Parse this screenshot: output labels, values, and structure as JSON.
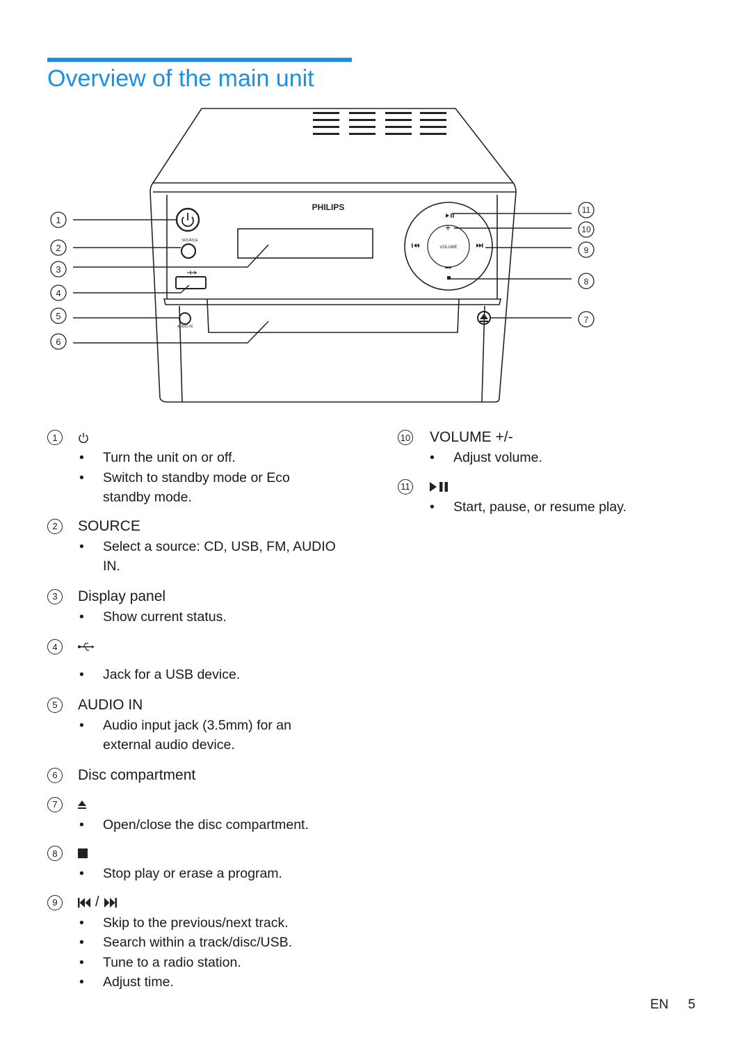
{
  "page": {
    "title": "Overview of the main unit",
    "footer_lang": "EN",
    "footer_page": "5"
  },
  "colors": {
    "accent": "#1a8fe3",
    "text": "#1a1a1a"
  },
  "diagram": {
    "brand": "PHILIPS",
    "source_label": "SOURCE",
    "audio_in_label": "AUDIO IN",
    "volume_label": "VOLUME",
    "callouts_left": [
      "1",
      "2",
      "3",
      "4",
      "5",
      "6"
    ],
    "callouts_right": [
      "11",
      "10",
      "9",
      "8",
      "7"
    ]
  },
  "items": [
    {
      "num": "1",
      "icon": "power-icon",
      "bullets": [
        "Turn the unit on or off.",
        "Switch to standby mode or Eco standby mode."
      ]
    },
    {
      "num": "2",
      "title": "SOURCE",
      "bullets": [
        "Select a source: CD, USB, FM, AUDIO IN."
      ]
    },
    {
      "num": "3",
      "title": "Display panel",
      "bullets": [
        "Show current status."
      ]
    },
    {
      "num": "4",
      "icon": "usb-icon",
      "bullets": [
        "Jack for a USB device."
      ]
    },
    {
      "num": "5",
      "title": "AUDIO IN",
      "bullets": [
        "Audio input jack (3.5mm) for an external audio device."
      ]
    },
    {
      "num": "6",
      "title": "Disc compartment"
    },
    {
      "num": "7",
      "icon": "eject-icon",
      "bullets": [
        "Open/close the disc compartment."
      ]
    },
    {
      "num": "8",
      "icon": "stop-icon",
      "bullets": [
        "Stop play or erase a program."
      ]
    },
    {
      "num": "9",
      "icon": "prev-next-icon",
      "title": "/",
      "bullets": [
        "Skip to the previous/next track.",
        "Search within a track/disc/USB.",
        "Tune to a radio station.",
        "Adjust time."
      ]
    },
    {
      "num": "10",
      "title": "VOLUME +/-",
      "bullets": [
        "Adjust volume."
      ]
    },
    {
      "num": "11",
      "icon": "play-pause-icon",
      "bullets": [
        "Start, pause, or resume play."
      ]
    }
  ]
}
